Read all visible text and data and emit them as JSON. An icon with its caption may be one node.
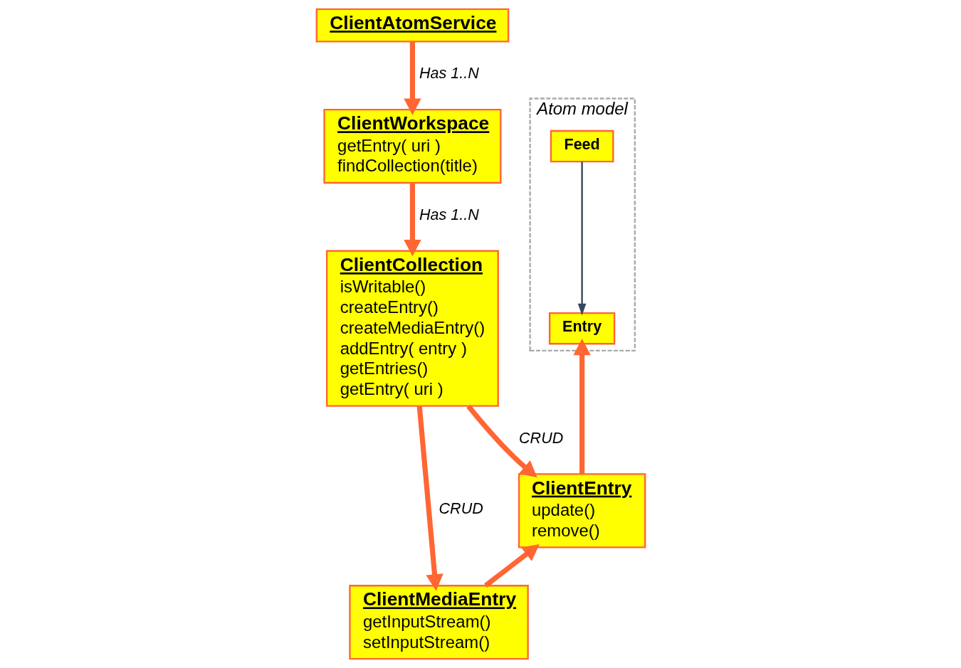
{
  "diagram": {
    "nodes": [
      {
        "text": [
          "ClientAtomService"
        ]
      },
      {
        "text": [
          "ClientWorkspace",
          "getEntry( uri )",
          "findCollection(title)"
        ]
      },
      {
        "text": [
          "ClientCollection",
          "isWritable()",
          "createEntry()",
          "createMediaEntry()",
          "addEntry( entry )",
          "getEntries()",
          "getEntry( uri )"
        ]
      },
      {
        "text": [
          "Atom model"
        ]
      },
      {
        "text": [
          "Feed"
        ],
        "in": 3
      },
      {
        "text": [
          "Entry"
        ],
        "in": 3
      },
      {
        "text": [
          "ClientEntry",
          "update()",
          "remove()"
        ]
      },
      {
        "text": [
          "ClientMediaEntry",
          "getInputStream()",
          "setInputStream()"
        ]
      }
    ],
    "edges": [
      {
        "from": 0,
        "to": 1,
        "arrow": "to",
        "label": "Has 1..N"
      },
      {
        "from": 1,
        "to": 2,
        "arrow": "to",
        "label": "Has 1..N"
      },
      {
        "from": 4,
        "to": 5,
        "arrow": "to",
        "color": "#34495e"
      },
      {
        "from": 6,
        "to": 5,
        "arrow": "to"
      },
      {
        "from": 2,
        "to": 6,
        "arrow": "to",
        "label": "CRUD"
      },
      {
        "from": 2,
        "to": 7,
        "arrow": "to",
        "label": "CRUD"
      },
      {
        "from": 7,
        "to": 6,
        "arrow": "to"
      }
    ]
  }
}
